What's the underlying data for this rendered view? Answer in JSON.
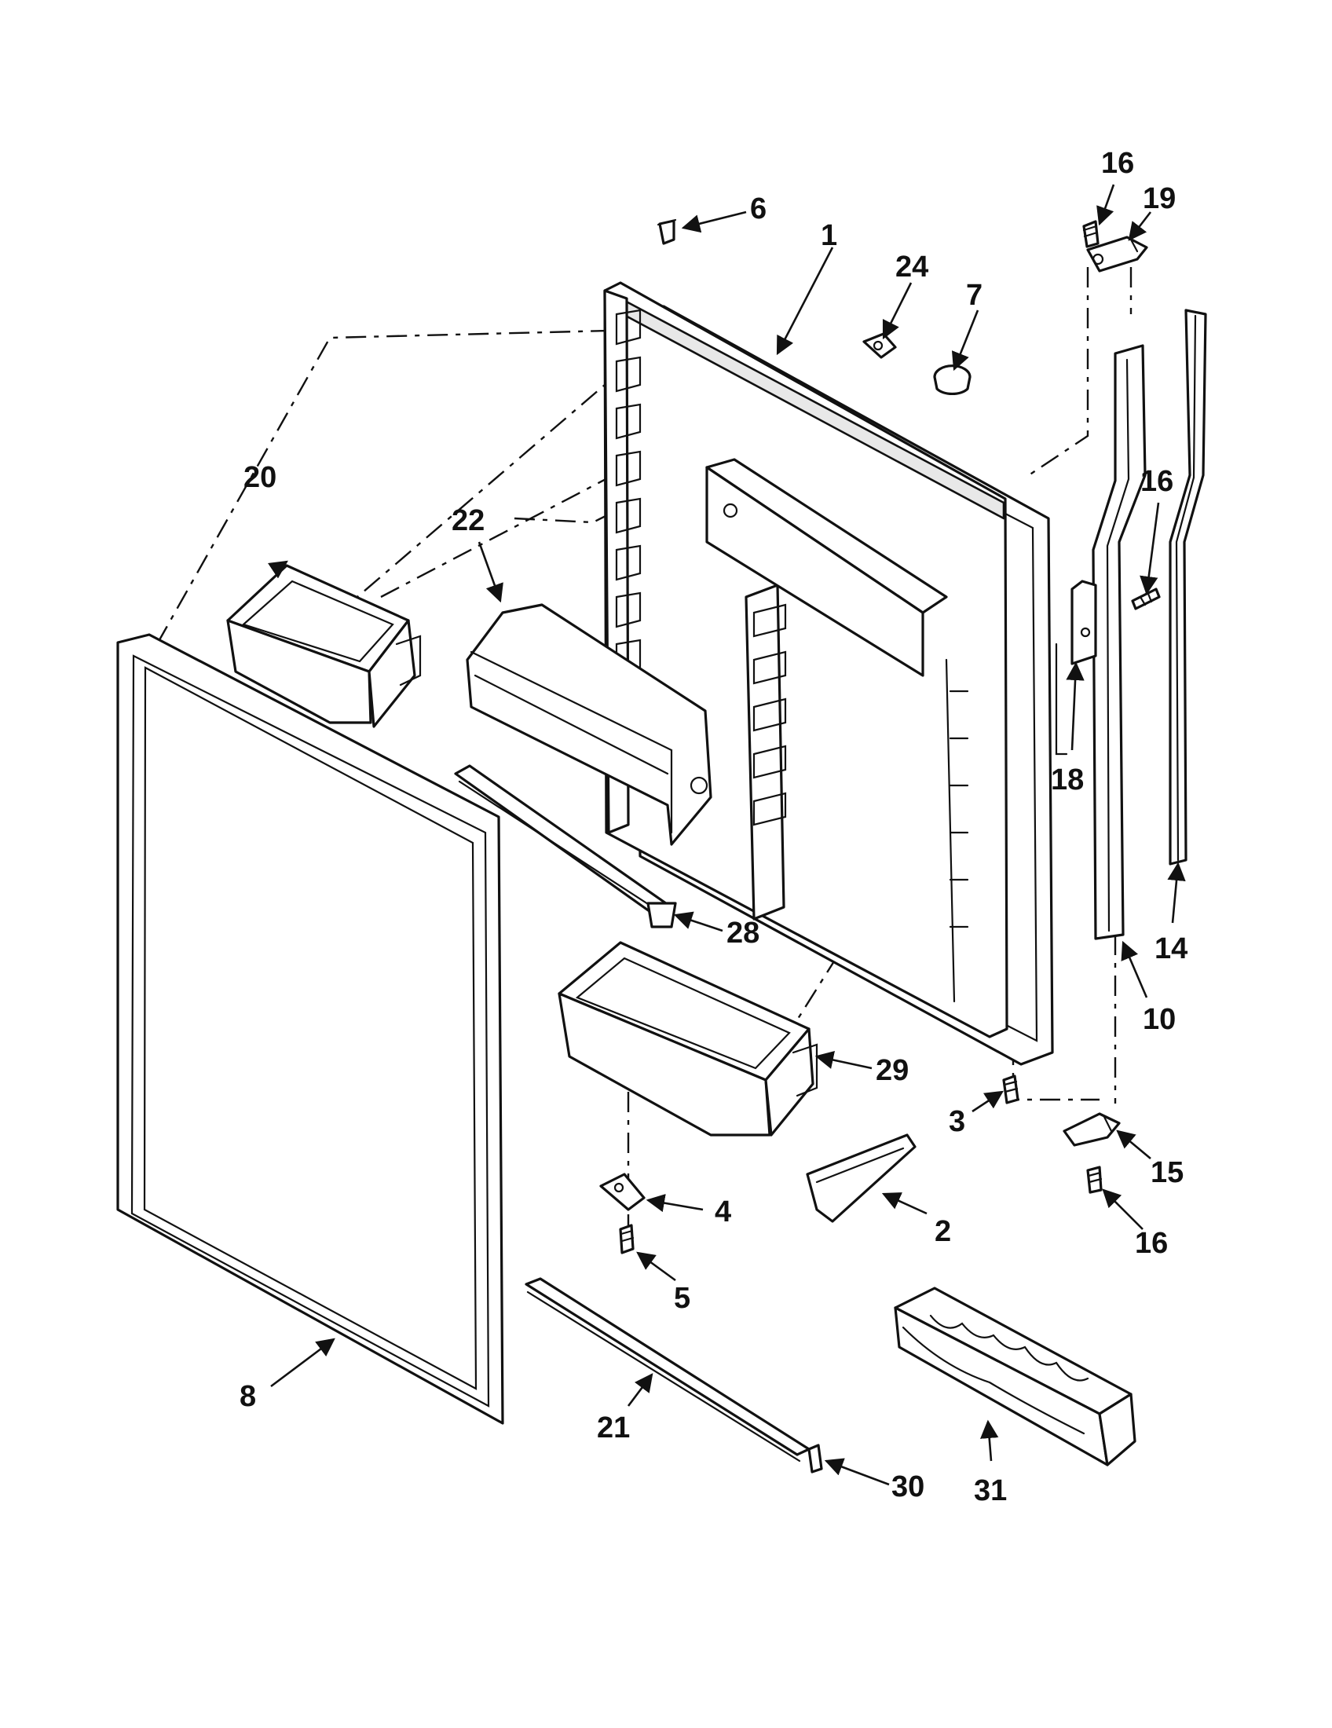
{
  "callouts": {
    "c1": "1",
    "c2": "2",
    "c3": "3",
    "c4": "4",
    "c5": "5",
    "c6": "6",
    "c7": "7",
    "c8": "8",
    "c10": "10",
    "c14": "14",
    "c15": "15",
    "c16a": "16",
    "c16b": "16",
    "c16c": "16",
    "c18": "18",
    "c19": "19",
    "c20": "20",
    "c21": "21",
    "c22": "22",
    "c24": "24",
    "c28": "28",
    "c29": "29",
    "c30": "30",
    "c31": "31"
  },
  "colors": {
    "line": "#111111",
    "background": "#ffffff"
  }
}
